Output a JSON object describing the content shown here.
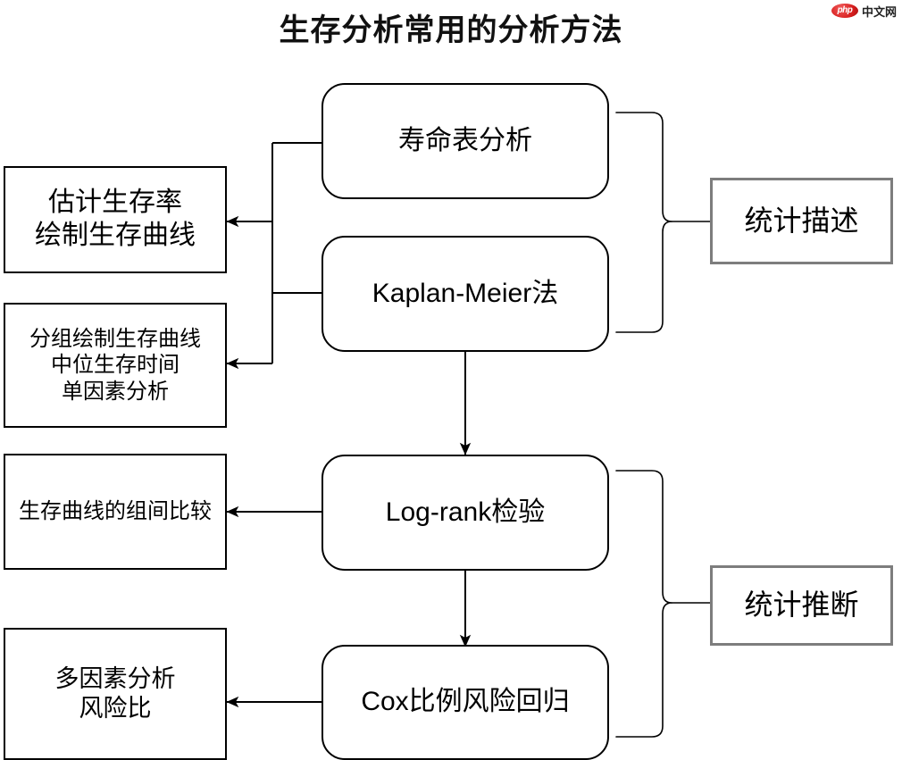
{
  "page": {
    "title": "生存分析常用的分析方法",
    "background": "#ffffff",
    "line_color": "#000000",
    "grey_border_color": "#7d7d7d"
  },
  "logo": {
    "badge_text": "php",
    "text": "中文网",
    "badge_color": "#d81f1f"
  },
  "nodes": {
    "life_table": {
      "label": "寿命表分析"
    },
    "kaplan_meier": {
      "label": "Kaplan-Meier法"
    },
    "log_rank": {
      "label": "Log-rank检验"
    },
    "cox": {
      "label": "Cox比例风险回归"
    },
    "outcome_1": {
      "line1": "估计生存率",
      "line2": "绘制生存曲线"
    },
    "outcome_2": {
      "line1": "分组绘制生存曲线",
      "line2": "中位生存时间",
      "line3": "单因素分析"
    },
    "outcome_3": {
      "line1": "生存曲线的组间比较"
    },
    "outcome_4": {
      "line1": "多因素分析",
      "line2": "风险比"
    },
    "category_1": {
      "label": "统计描述"
    },
    "category_2": {
      "label": "统计推断"
    }
  },
  "connectors": [
    {
      "name": "life-table-to-outcome-1",
      "type": "elbow-arrow"
    },
    {
      "name": "kaplan-meier-to-outcome-2",
      "type": "elbow-arrow"
    },
    {
      "name": "log-rank-to-outcome-3",
      "type": "straight-arrow"
    },
    {
      "name": "cox-to-outcome-4",
      "type": "straight-arrow"
    },
    {
      "name": "kaplan-meier-to-log-rank",
      "type": "down-arrow"
    },
    {
      "name": "log-rank-to-cox",
      "type": "down-arrow"
    },
    {
      "name": "descriptive-brace",
      "type": "curly-brace"
    },
    {
      "name": "inferential-brace",
      "type": "curly-brace"
    }
  ]
}
